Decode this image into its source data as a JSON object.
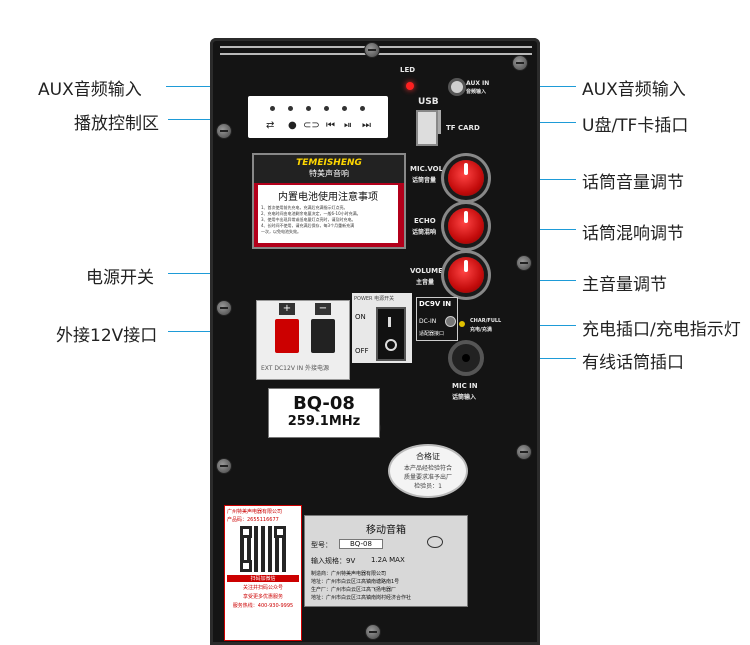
{
  "callouts_left": [
    {
      "id": "aux",
      "label": "AUX音频输入"
    },
    {
      "id": "playback",
      "label": "播放控制区"
    },
    {
      "id": "power",
      "label": "电源开关"
    },
    {
      "id": "ext12v",
      "label": "外接12V接口"
    }
  ],
  "callouts_right": [
    {
      "id": "aux-r",
      "label": "AUX音频输入"
    },
    {
      "id": "usb",
      "label": "U盘/TF卡插口"
    },
    {
      "id": "micvol",
      "label": "话筒音量调节"
    },
    {
      "id": "echo",
      "label": "话筒混响调节"
    },
    {
      "id": "volume",
      "label": "主音量调节"
    },
    {
      "id": "charge",
      "label": "充电插口/充电指示灯"
    },
    {
      "id": "micin",
      "label": "有线话筒插口"
    }
  ],
  "panel": {
    "led": "LED",
    "aux_in": "AUX IN",
    "aux_in_cn": "音频输入",
    "usb": "USB",
    "tf_card": "TF CARD",
    "mic_vol": "MIC.VOL",
    "mic_vol_cn": "话筒音量",
    "echo": "ECHO",
    "echo_cn": "话筒混响",
    "volume": "VOLUME",
    "volume_cn": "主音量",
    "dc_in": "DC9V IN",
    "dc_in_label": "DC-IN",
    "dc_note": "适配器接口",
    "charfull": "CHAR/FULL",
    "charfull_cn": "充电/充满",
    "mic_in": "MIC IN",
    "mic_in_cn": "话筒输入",
    "power_label": "POWER 电源开关",
    "on": "ON",
    "off": "OFF",
    "ext_dc": "EXT DC12V IN 外接电源",
    "plus": "+",
    "minus": "−"
  },
  "warning": {
    "brand": "TEMEISHENG",
    "brand_cn": "特美声音响",
    "title": "内置电池使用注意事项",
    "lines": [
      "1、首次使用前先充电，充满后充满指示灯点亮。",
      "2、充电时间由电池剩余电量决定，一般6-10小时充满。",
      "3、使用中出现异常或低电量灯点亮时，请及时充电。",
      "4、长时间不使用，请充满后保存，每3个月重新充满",
      "一次，以免电池失效。"
    ]
  },
  "model": {
    "name": "BQ-08",
    "freq": "259.1MHz"
  },
  "cert": {
    "title": "合格证",
    "line1": "本产品经检验符合",
    "line2": "质量要求准予出厂",
    "line3": "检验员：1"
  },
  "qr_card": {
    "line1": "广州特美声电器有限公司",
    "line2": "产品码：2655116677",
    "line3": "扫码加微信",
    "line4": "关注并扫码公众号",
    "line5": "享受更多优惠服务",
    "line6": "服务热线：400-930-9995"
  },
  "plate": {
    "title": "移动音箱",
    "model_label": "型号：",
    "model_value": "BQ-08",
    "input_label": "输入规格：9V",
    "input_value": "1.2A  MAX",
    "maker_label": "制造商：广州特美声电器有限公司",
    "addr_label": "地址：广州市白云区江高镇南塘路南1号",
    "producer_label": "生产厂：广州市白云区江高飞扬电器厂",
    "addr2_label": "地址：广州市白云区江高镇南岗村经济合作社"
  }
}
